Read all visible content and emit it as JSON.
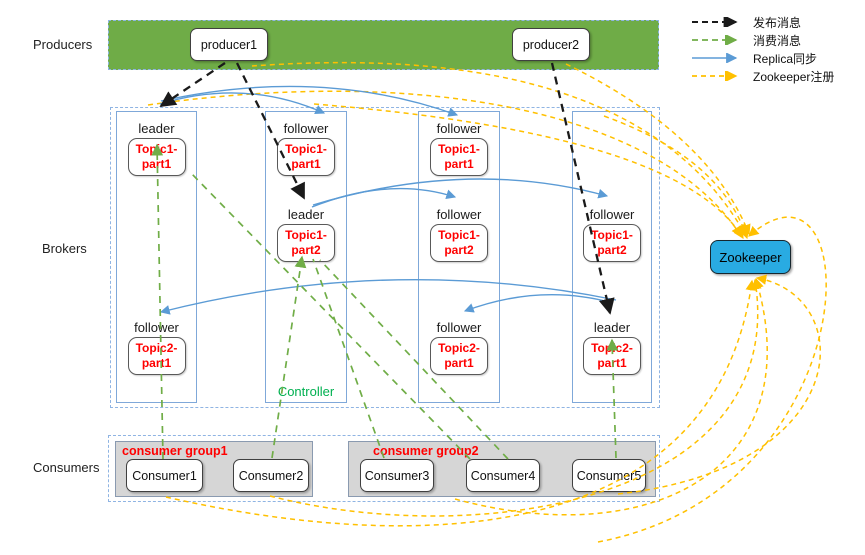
{
  "legend": {
    "items": [
      {
        "label": "发布消息",
        "color": "#1a1a1a",
        "style": "dashed"
      },
      {
        "label": "消费消息",
        "color": "#70AD47",
        "style": "dashed"
      },
      {
        "label": "Replica同步",
        "color": "#5B9BD5",
        "style": "solid"
      },
      {
        "label": "Zookeeper注册",
        "color": "#FFC000",
        "style": "dashed"
      }
    ]
  },
  "producers": {
    "label": "Producers",
    "items": [
      "producer1",
      "producer2"
    ]
  },
  "brokers": {
    "label": "Brokers",
    "controller_label": "Controller",
    "cells": [
      {
        "role": "leader",
        "topic_line1": "Topic1-",
        "topic_line2": "part1"
      },
      {
        "role": "follower",
        "topic_line1": "Topic1-",
        "topic_line2": "part1"
      },
      {
        "role": "follower",
        "topic_line1": "Topic1-",
        "topic_line2": "part1"
      },
      {
        "role": "leader",
        "topic_line1": "Topic1-",
        "topic_line2": "part2"
      },
      {
        "role": "follower",
        "topic_line1": "Topic1-",
        "topic_line2": "part2"
      },
      {
        "role": "follower",
        "topic_line1": "Topic1-",
        "topic_line2": "part2"
      },
      {
        "role": "follower",
        "topic_line1": "Topic2-",
        "topic_line2": "part1"
      },
      {
        "role": "follower",
        "topic_line1": "Topic2-",
        "topic_line2": "part1"
      },
      {
        "role": "leader",
        "topic_line1": "Topic2-",
        "topic_line2": "part1"
      }
    ]
  },
  "zookeeper": {
    "label": "Zookeeper"
  },
  "consumers": {
    "label": "Consumers",
    "groups": [
      {
        "title": "consumer group1",
        "members": [
          "Consumer1",
          "Consumer2"
        ]
      },
      {
        "title": "consumer group2",
        "members": [
          "Consumer3",
          "Consumer4",
          "Consumer5"
        ]
      }
    ]
  },
  "colors": {
    "producers_band": "#6FAC47",
    "region_border": "#8FB4E3",
    "topic_text": "#FF0000",
    "controller_text": "#00B050",
    "zookeeper_fill": "#29ABE2",
    "consumer_group_fill": "#D6D6D6",
    "publish_arrow": "#1a1a1a",
    "consume_arrow": "#70AD47",
    "replica_arrow": "#5B9BD5",
    "zookeeper_arrow": "#FFC000"
  }
}
